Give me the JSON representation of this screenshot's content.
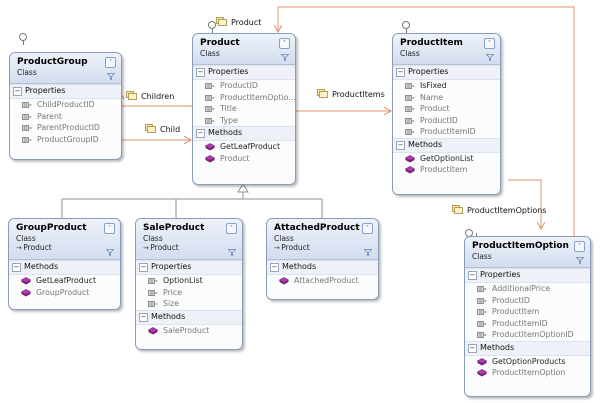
{
  "colors": {
    "inheritance": "#909090",
    "association": "#e0906a",
    "header": "#d3ddef"
  },
  "icons": {
    "property": "property-icon",
    "method": "method-icon",
    "association": "association-label-icon"
  },
  "classes": {
    "productGroup": {
      "name": "ProductGroup",
      "kind": "Class",
      "sections": [
        {
          "label": "Properties",
          "items": [
            "ChildProductID",
            "Parent",
            "ParentProductID",
            "ProductGroupID"
          ]
        }
      ]
    },
    "product": {
      "name": "Product",
      "kind": "Class",
      "sections": [
        {
          "label": "Properties",
          "items": [
            "ProductID",
            "ProductItemOptio...",
            "Title",
            "Type"
          ]
        },
        {
          "label": "Methods",
          "items": [
            "GetLeafProduct",
            "Product"
          ]
        }
      ]
    },
    "productItem": {
      "name": "ProductItem",
      "kind": "Class",
      "sections": [
        {
          "label": "Properties",
          "items": [
            "IsFixed",
            "Name",
            "Product",
            "ProductID",
            "ProductItemID"
          ]
        },
        {
          "label": "Methods",
          "items": [
            "GetOptionList",
            "ProductItem"
          ]
        }
      ]
    },
    "groupProduct": {
      "name": "GroupProduct",
      "kind": "Class",
      "base": "Product",
      "sections": [
        {
          "label": "Methods",
          "items": [
            "GetLeafProduct",
            "GroupProduct"
          ]
        }
      ]
    },
    "saleProduct": {
      "name": "SaleProduct",
      "kind": "Class",
      "base": "Product",
      "sections": [
        {
          "label": "Properties",
          "items": [
            "OptionList",
            "Price",
            "Size"
          ]
        },
        {
          "label": "Methods",
          "items": [
            "SaleProduct"
          ]
        }
      ]
    },
    "attachedProduct": {
      "name": "AttachedProduct",
      "kind": "Class",
      "base": "Product",
      "sections": [
        {
          "label": "Methods",
          "items": [
            "AttachedProduct"
          ]
        }
      ]
    },
    "productItemOption": {
      "name": "ProductItemOption",
      "kind": "Class",
      "sections": [
        {
          "label": "Properties",
          "items": [
            "AdditionalPrice",
            "ProductID",
            "ProductItem",
            "ProductItemID",
            "ProductItemOptionID"
          ]
        },
        {
          "label": "Methods",
          "items": [
            "GetOptionProducts",
            "ProductItemOption"
          ]
        }
      ]
    }
  },
  "associations": {
    "product": "Product",
    "children": "Children",
    "child": "Child",
    "productItems": "ProductItems",
    "productItemOptions": "ProductItemOptions"
  }
}
